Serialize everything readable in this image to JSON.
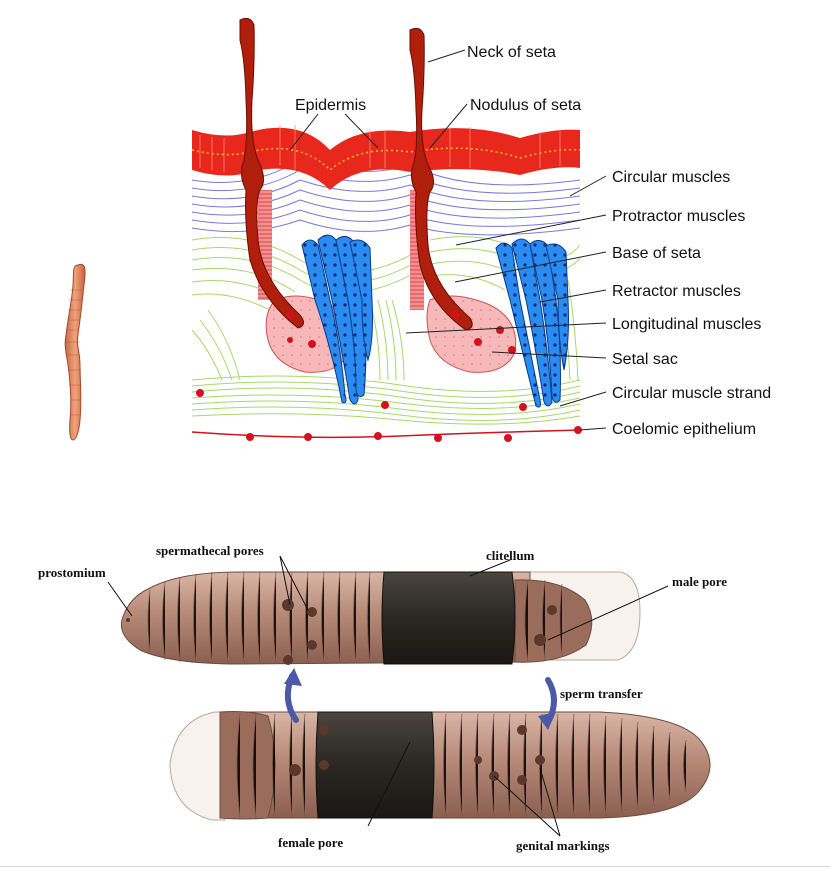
{
  "seta_diagram": {
    "labels": {
      "neck_of_seta": "Neck of seta",
      "epidermis": "Epidermis",
      "nodulus_of_seta": "Nodulus of seta",
      "circular_muscles": "Circular muscles",
      "protractor_muscles": "Protractor muscles",
      "base_of_seta": "Base of seta",
      "retractor_muscles": "Retractor muscles",
      "longitudinal_muscles": "Longitudinal muscles",
      "setal_sac": "Setal sac",
      "circular_muscle_strand": "Circular muscle strand",
      "coelomic_epithelium": "Coelomic epithelium"
    }
  },
  "mating_diagram": {
    "labels": {
      "prostomium": "prostomium",
      "spermathecal_pores": "spermathecal pores",
      "clitellum": "clitellum",
      "male_pore": "male pore",
      "sperm_transfer": "sperm transfer",
      "female_pore": "female pore",
      "genital_markings": "genital markings"
    }
  },
  "colors": {
    "epidermis_red": "#e8281c",
    "seta_dark_red": "#b01e0c",
    "circular_muscle_blue": "#7a7ad8",
    "longitudinal_green": "#a8d86a",
    "sac_pink": "#f6b8b8",
    "retractor_blue": "#2a8cf0",
    "worm_body": "#b78a78",
    "clitellum_dark": "#2b2722",
    "arrow_blue": "#4a5aa8"
  },
  "icons": [
    "earthworm-illustration",
    "setal-arrow",
    "sperm-transfer-arrow"
  ]
}
